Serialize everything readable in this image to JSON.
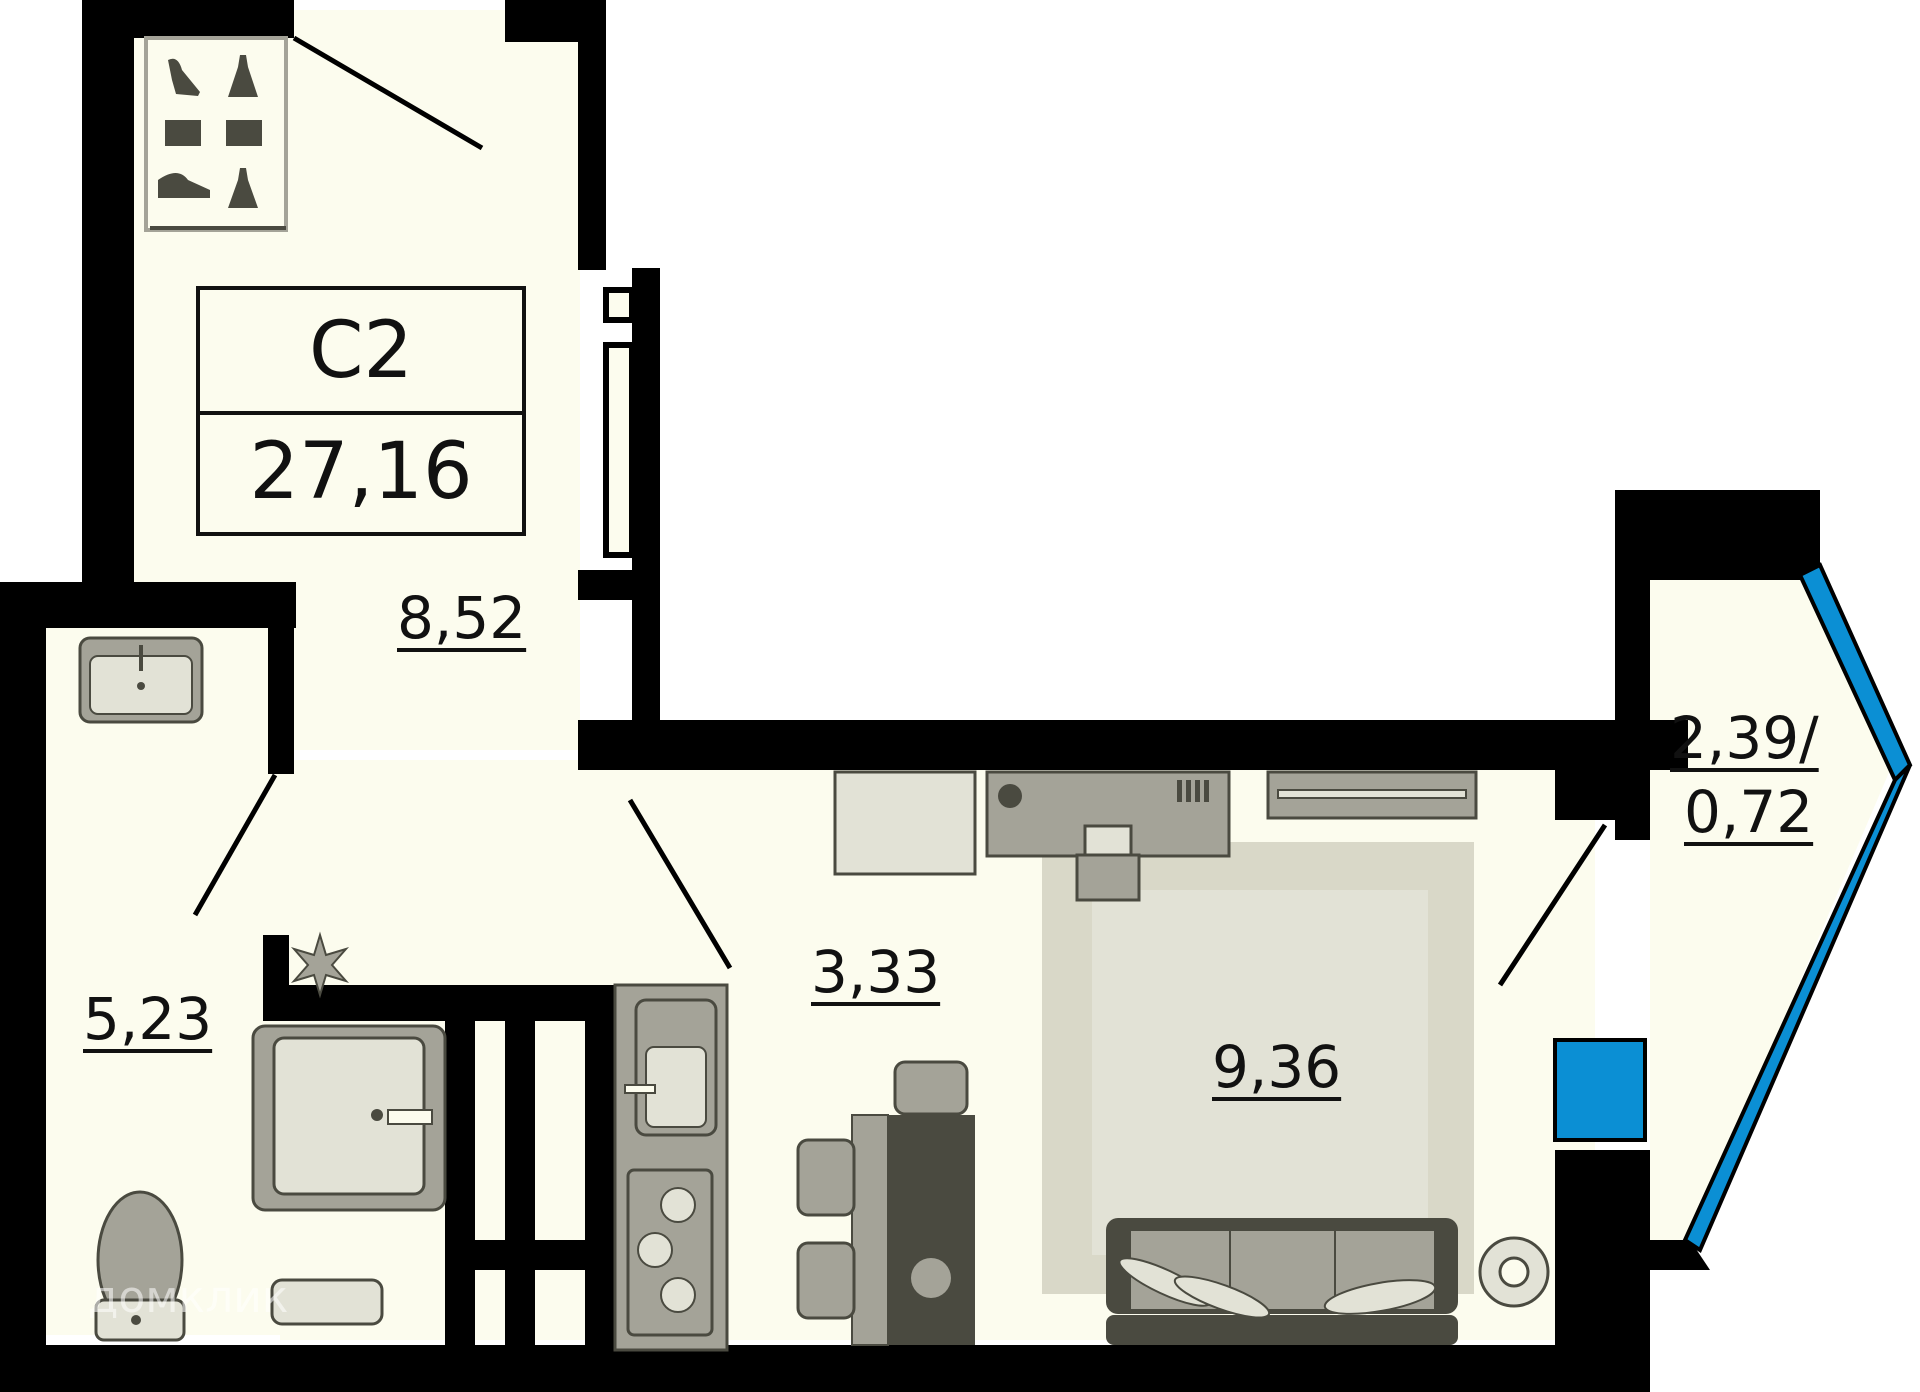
{
  "plan": {
    "type": "С2",
    "total_area": "27,16",
    "rooms": {
      "hallway_area": "8,52",
      "bathroom_area": "5,23",
      "kitchen_area": "3,33",
      "living_area": "9,36",
      "balcony_area_line1": "2,39/",
      "balcony_area_line2": "0,72"
    },
    "watermark": "домклик"
  },
  "colors": {
    "floor": "#fcfcee",
    "wall": "#000000",
    "furniture_dark": "#4a4a40",
    "furniture_mid": "#a4a398",
    "furniture_light": "#e2e2d6",
    "rug": "#d9d8c8",
    "window_blue": "#0b8fd4"
  }
}
